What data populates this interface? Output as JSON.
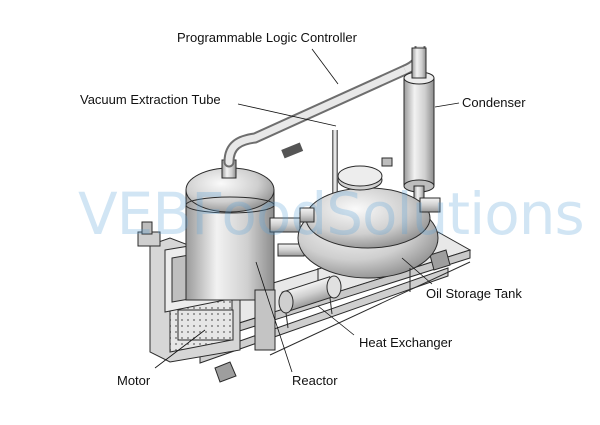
{
  "watermark": "VEBFoodSolutions",
  "labels": {
    "plc": "Programmable Logic Controller",
    "vacuum_tube": "Vacuum Extraction Tube",
    "condenser": "Condenser",
    "oil_tank": "Oil Storage Tank",
    "heat_exchanger": "Heat Exchanger",
    "motor": "Motor",
    "reactor": "Reactor"
  }
}
